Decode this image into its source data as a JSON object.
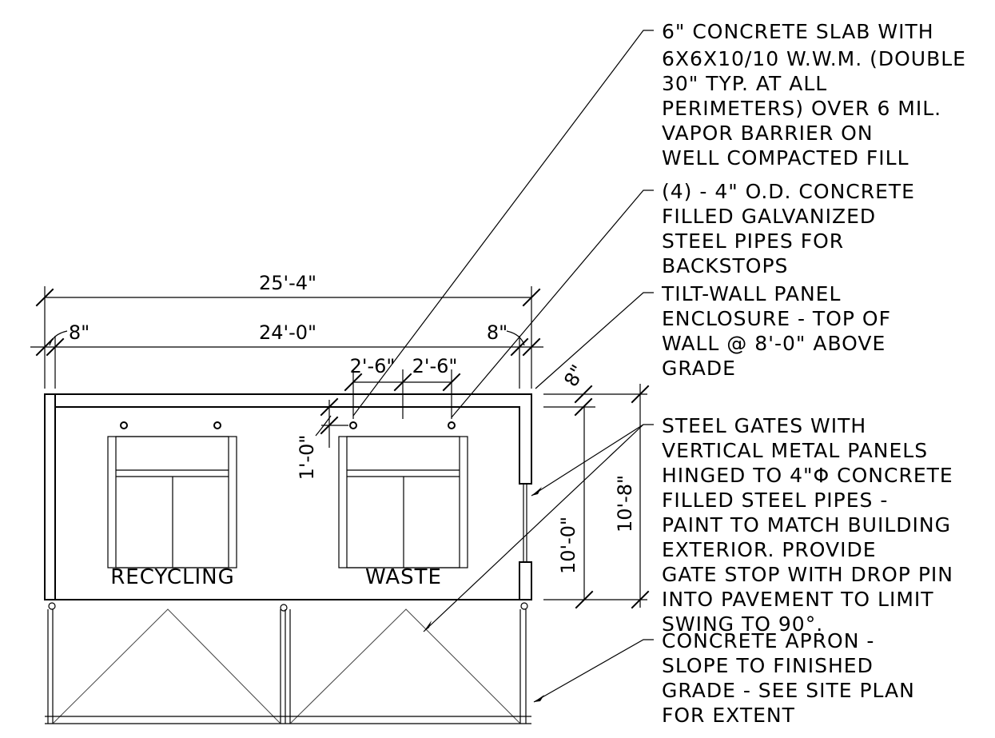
{
  "drawing": {
    "dimensions": {
      "overall_width": "25'-4\"",
      "inner_width": "24'-0\"",
      "wall_left": "8\"",
      "wall_right": "8\"",
      "pipe_spacing_left": "2'-6\"",
      "pipe_spacing_right": "2'-6\"",
      "pipe_offset": "1'-0\"",
      "wall_top": "8\"",
      "inner_depth": "10'-0\"",
      "overall_depth": "10'-8\""
    },
    "labels": {
      "recycling": "RECYCLING",
      "waste": "WASTE"
    },
    "notes": {
      "slab": [
        "6\" CONCRETE SLAB WITH",
        "6X6X10/10 W.W.M. (DOUBLE",
        "30\" TYP. AT ALL",
        "PERIMETERS) OVER 6 MIL.",
        "VAPOR BARRIER ON",
        "WELL COMPACTED FILL"
      ],
      "pipes": [
        "(4) - 4\" O.D. CONCRETE",
        "FILLED GALVANIZED",
        "STEEL PIPES FOR",
        "BACKSTOPS"
      ],
      "wall": [
        "TILT-WALL PANEL",
        "ENCLOSURE - TOP OF",
        "WALL @ 8'-0\" ABOVE",
        "GRADE"
      ],
      "gates": [
        "STEEL GATES WITH",
        "VERTICAL METAL PANELS",
        "HINGED TO 4\"Φ CONCRETE",
        "FILLED STEEL PIPES -",
        "PAINT TO MATCH BUILDING",
        "EXTERIOR.  PROVIDE",
        "GATE STOP WITH DROP PIN",
        "INTO PAVEMENT TO LIMIT",
        "SWING TO 90°."
      ],
      "apron": [
        "CONCRETE APRON -",
        "SLOPE TO FINISHED",
        "GRADE - SEE SITE PLAN",
        "FOR EXTENT"
      ]
    }
  }
}
